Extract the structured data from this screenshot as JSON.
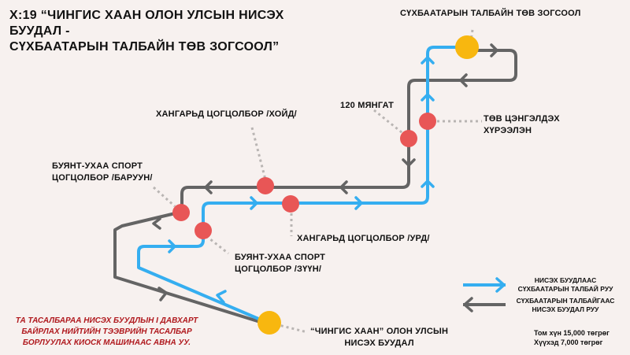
{
  "title": {
    "line1": "Х:19 “ЧИНГИС ХААН ОЛОН УЛСЫН НИСЭХ БУУДАЛ -",
    "line2": "СҮХБААТАРЫН ТАЛБАЙН ТӨВ ЗОГСООЛ”"
  },
  "colors": {
    "outbound_line": "#35aef0",
    "return_line": "#646464",
    "stop_marker": "#e85656",
    "terminal_marker": "#f8b70f",
    "note_text": "#b0191e",
    "background": "#f7f1ef"
  },
  "stops": {
    "sukhbaatar_square": "СҮХБААТАРЫН ТАЛБАЙН ТӨВ ЗОГСООЛ",
    "mangat120": "120 МЯНГАТ",
    "central_stadium": {
      "line1": "ТӨВ ЦЭНГЭЛДЭХ",
      "line2": "ХҮРЭЭЛЭН"
    },
    "khangard_north": "ХАНГАРЬД ЦОГЦОЛБОР /ХОЙД/",
    "buyant_west": {
      "line1": "БУЯНТ-УХАА СПОРТ",
      "line2": "ЦОГЦОЛБОР /БАРУУН/"
    },
    "khangard_south": "ХАНГАРЬД ЦОГЦОЛБОР /УРД/",
    "buyant_east": {
      "line1": "БУЯНТ-УХАА СПОРТ",
      "line2": "ЦОГЦОЛБОР /ЗҮҮН/"
    },
    "airport": {
      "line1": "“ЧИНГИС ХААН” ОЛОН УЛСЫН",
      "line2": "НИСЭХ БУУДАЛ"
    }
  },
  "note": {
    "line1": "ТА ТАСАЛБАРАА НИСЭХ БУУДЛЫН I ДАВХАРТ",
    "line2": "БАЙРЛАХ НИЙТИЙН ТЭЭВРИЙН ТАСАЛБАР",
    "line3": "БОРЛУУЛАХ КИОСК МАШИНААС АВНА УУ."
  },
  "legend": {
    "outbound": {
      "line1": "НИСЭХ БУУДЛААС",
      "line2": "СҮХБААТАРЫН ТАЛБАЙ РУУ"
    },
    "return": {
      "line1": "СҮХБААТАРЫН ТАЛБАЙГААС",
      "line2": "НИСЭХ БУУДАЛ РУУ"
    }
  },
  "prices": {
    "adult": "Том хүн 15,000 төгрөг",
    "child": "Хүүхэд 7,000 төгрөг"
  }
}
